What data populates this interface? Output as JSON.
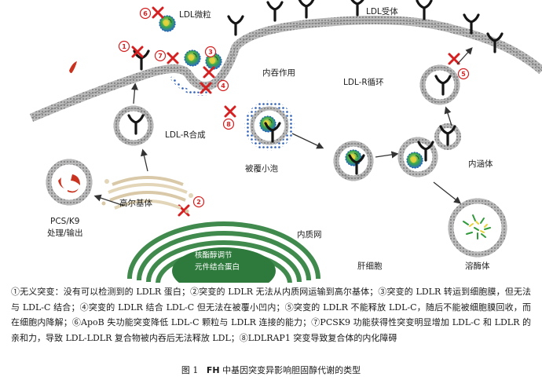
{
  "labels": {
    "ldl_particle": "LDL微粒",
    "ldl_receptor": "LDL受体",
    "endocytosis": "内吞作用",
    "ldlr_cycle": "LDL-R循环",
    "ldlr_synthesis": "LDL-R合成",
    "coated_vesicle": "被覆小泡",
    "endosome": "内涵体",
    "golgi": "高尔基体",
    "pcsk9": "PCS/K9",
    "pcsk9_sub": "处理/输出",
    "er": "内质网",
    "nucleus_line1": "核酯醇调节",
    "nucleus_line2": "元件结合蛋白",
    "hepatocyte": "肝细胞",
    "lysosome": "溶酶体"
  },
  "markers": [
    "①",
    "②",
    "③",
    "④",
    "⑤",
    "⑥",
    "⑦",
    "⑧"
  ],
  "caption": "①无义突变：没有可以检测到的 LDLR 蛋白；②突变的 LDLR 无法从内质网运输到高尔基体；③突变的 LDLR 转运到细胞膜，但无法与 LDL-C 结合；④突变的 LDLR 结合 LDL-C 但无法在被覆小凹内；⑤突变的 LDLR 不能释放 LDL-C，随后不能被细胞膜回收，而在细胞内降解；⑥ApoB 失功能突变降低 LDL-C 颗粒与 LDLR 连接的能力；⑦PCSK9 功能获得性突变明显增加 LDL-C 和 LDLR 的亲和力，导致 LDL-LDLR 复合物被内吞后无法释放 LDL；⑧LDLRAP1 突变导致复合体的内化障碍",
  "figure": {
    "number": "图 1",
    "bold": "FH",
    "title": "中基因突变异影响胆固醇代谢的类型"
  },
  "colors": {
    "membrane": "#a8a8a8",
    "membrane_dot": "#555555",
    "receptor": "#151515",
    "ldl_blue": "#2c6fc0",
    "ldl_green": "#2f9a3a",
    "ldl_yellow": "#e8d23a",
    "red_mark": "#d42020",
    "er_green": "#3f8a4c",
    "nucleus": "#2e7a3c",
    "pcsk9": "#c8321e"
  }
}
